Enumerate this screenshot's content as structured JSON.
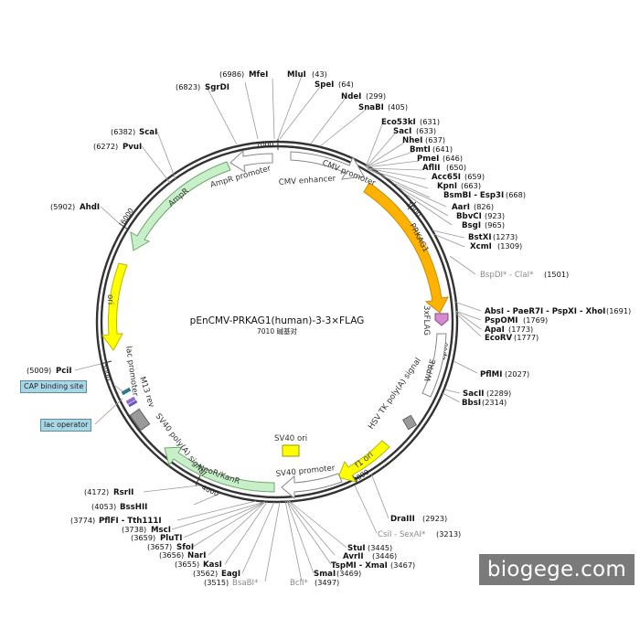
{
  "map": {
    "title": "pEnCMV-PRKAG1(human)-3-3×FLAG",
    "subtitle": "7010 碱基对",
    "total_bp": 7010,
    "tick_labels": [
      "1000",
      "2000",
      "3000",
      "4000",
      "5000",
      "6000",
      "7000"
    ]
  },
  "sites": [
    {
      "name": "MluI",
      "pos": "(43)"
    },
    {
      "name": "SpeI",
      "pos": "(64)"
    },
    {
      "name": "NdeI",
      "pos": "(299)"
    },
    {
      "name": "SnaBI",
      "pos": "(405)"
    },
    {
      "name": "Eco53kI",
      "pos": "(631)"
    },
    {
      "name": "SacI",
      "pos": "(633)"
    },
    {
      "name": "NheI",
      "pos": "(637)"
    },
    {
      "name": "BmtI",
      "pos": "(641)"
    },
    {
      "name": "PmeI",
      "pos": "(646)"
    },
    {
      "name": "AflII",
      "pos": "(650)"
    },
    {
      "name": "Acc65I",
      "pos": "(659)"
    },
    {
      "name": "KpnI",
      "pos": "(663)"
    },
    {
      "name": "BsmBI - Esp3I",
      "pos": "(668)"
    },
    {
      "name": "AarI",
      "pos": "(826)"
    },
    {
      "name": "BbvCI",
      "pos": "(923)"
    },
    {
      "name": "BsgI",
      "pos": "(965)"
    },
    {
      "name": "BstXI",
      "pos": "(1273)"
    },
    {
      "name": "XcmI",
      "pos": "(1309)"
    },
    {
      "name": "BspDI* - ClaI*",
      "pos": "(1501)",
      "grey": true
    },
    {
      "name": "AbsI - PaeR7I - PspXI - XhoI",
      "pos": "(1691)"
    },
    {
      "name": "PspOMI",
      "pos": "(1769)"
    },
    {
      "name": "ApaI",
      "pos": "(1773)"
    },
    {
      "name": "EcoRV",
      "pos": "(1777)"
    },
    {
      "name": "PflMI",
      "pos": "(2027)"
    },
    {
      "name": "SacII",
      "pos": "(2289)"
    },
    {
      "name": "BbsI",
      "pos": "(2314)"
    },
    {
      "name": "DraIII",
      "pos": "(2923)"
    },
    {
      "name": "CsiI - SexAI*",
      "pos": "(3213)"
    },
    {
      "name": "StuI",
      "pos": "(3445)"
    },
    {
      "name": "AvrII",
      "pos": "(3446)"
    },
    {
      "name": "TspMI - XmaI",
      "pos": "(3467)"
    },
    {
      "name": "SmaI",
      "pos": "(3469)"
    },
    {
      "name": "BclI*",
      "pos": "(3497)",
      "grey": true
    },
    {
      "name": "BsaBI*",
      "pos": "(3515)",
      "grey": true
    },
    {
      "name": "EagI",
      "pos": "(3562)"
    },
    {
      "name": "KasI",
      "pos": "(3655)"
    },
    {
      "name": "NarI",
      "pos": "(3656)"
    },
    {
      "name": "SfoI",
      "pos": "(3657)"
    },
    {
      "name": "PluTI",
      "pos": "(3659)"
    },
    {
      "name": "MscI",
      "pos": "(3738)"
    },
    {
      "name": "PflFI - Tth111I",
      "pos": "(3774)"
    },
    {
      "name": "BssHII",
      "pos": "(4053)"
    },
    {
      "name": "RsrII",
      "pos": "(4172)"
    },
    {
      "name": "PciI",
      "pos": "(5009)"
    },
    {
      "name": "AhdI",
      "pos": "(5902)"
    },
    {
      "name": "PvuI",
      "pos": "(6272)"
    },
    {
      "name": "ScaI",
      "pos": "(6382)"
    },
    {
      "name": "SgrDI",
      "pos": "(6823)"
    },
    {
      "name": "MfeI",
      "pos": "(6986)"
    }
  ],
  "features": [
    {
      "label": "CMV enhancer"
    },
    {
      "label": "CMV promoter"
    },
    {
      "label": "PRKAG1"
    },
    {
      "label": "3xFLAG"
    },
    {
      "label": "WPRE"
    },
    {
      "label": "HSV TK poly(A) signal"
    },
    {
      "label": "f1 ori"
    },
    {
      "label": "SV40 ori"
    },
    {
      "label": "SV40 promoter"
    },
    {
      "label": "NeoR/KanR"
    },
    {
      "label": "SV40 poly(A) signal"
    },
    {
      "label": "lac promoter"
    },
    {
      "label": "M13 rev"
    },
    {
      "label": "ori"
    },
    {
      "label": "AmpR"
    },
    {
      "label": "AmpR promoter"
    }
  ],
  "callouts": {
    "cap_binding_site": "CAP binding site",
    "lac_operator": "lac operator"
  },
  "colors": {
    "backbone": "#333333",
    "gene_orange": "#ffb300",
    "flag_pink": "#d68ad0",
    "yellow": "#ffff00",
    "neo_green": "#c8f0c8",
    "grey_box": "#9a9a9a",
    "callout_blue": "#a9d6e6"
  },
  "watermark": "biogege.com"
}
